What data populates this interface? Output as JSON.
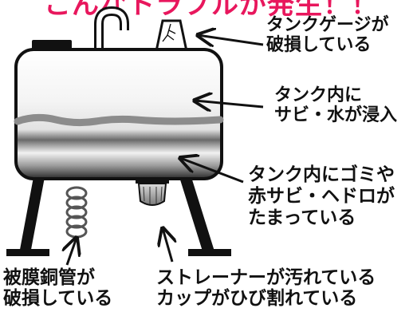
{
  "heading": "こんなトラブルが発生！！",
  "labels": {
    "gauge": [
      "タンクゲージが",
      "破損している"
    ],
    "rust_water": [
      "タンク内に",
      "サビ・水が浸入"
    ],
    "debris": [
      "タンク内にゴミや",
      "赤サビ・ヘドロが",
      "たまっている"
    ],
    "pipe": [
      "被膜銅管が",
      "破損している"
    ],
    "strainer": [
      "ストレーナーが汚れている",
      "カップがひび割れている"
    ]
  },
  "colors": {
    "heading": "#e8175d",
    "outline": "#111111",
    "rust_wave": "#8c8c8c"
  }
}
